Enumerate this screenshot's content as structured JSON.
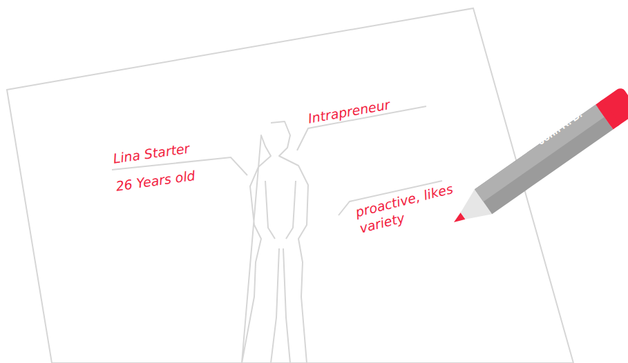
{
  "diagram": {
    "labels": [
      "Lina Starter",
      "26 Years old",
      "Intrapreneur",
      "proactive, likes variety",
      "John R. B."
    ]
  }
}
